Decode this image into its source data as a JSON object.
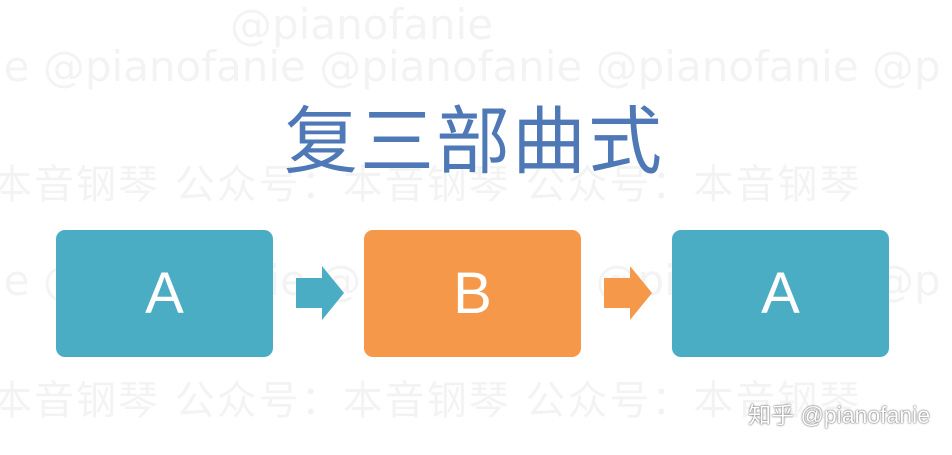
{
  "title": "复三部曲式",
  "watermark": {
    "handle": "@pianofanie",
    "cn": "本音钢琴  公众号：本音钢琴  公众号：本音钢琴",
    "en_row": "ie @pianofanie @pianofanie @pianofanie @p"
  },
  "sections": [
    {
      "label": "A",
      "color": "#4badc4"
    },
    {
      "label": "B",
      "color": "#f6984a"
    },
    {
      "label": "A",
      "color": "#4badc4"
    }
  ],
  "arrows": [
    {
      "color": "#4badc4"
    },
    {
      "color": "#f6984a"
    }
  ],
  "credit": "知乎 @pianofanie",
  "colors": {
    "title": "#4f79b6",
    "box_text": "#ffffff"
  }
}
